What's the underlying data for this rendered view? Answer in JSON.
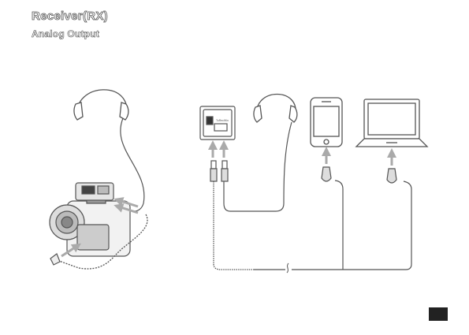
{
  "header": {
    "title": "Receiver(RX)",
    "subtitle": "Analog Output"
  },
  "receiver": {
    "brand": "ToRecWin"
  },
  "colors": {
    "line": "#555555",
    "arrow": "#aaaaaa",
    "tab": "#222222"
  }
}
